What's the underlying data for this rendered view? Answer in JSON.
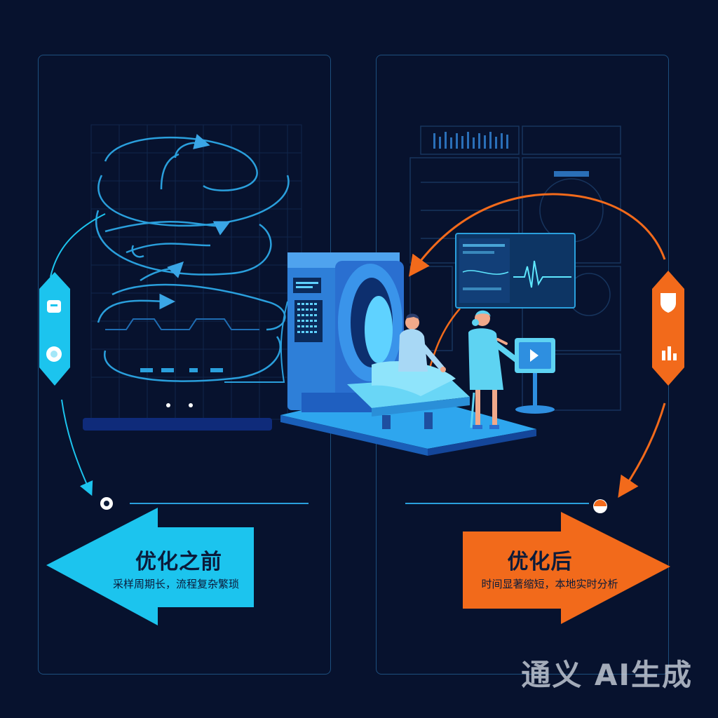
{
  "before": {
    "title": "优化之前",
    "subtitle": "采样周期长，流程复杂繁琐",
    "color": "#1cc4ee"
  },
  "after": {
    "title": "优化后",
    "subtitle": "时间显著缩短，本地实时分析",
    "color": "#f26a1b"
  },
  "watermark": "通义 AI生成",
  "colors": {
    "background": "#07122e",
    "panel_border": "#1d4f7e",
    "cyan": "#1cc4ee",
    "orange": "#f26a1b",
    "machine_blue": "#2e7fd8"
  }
}
